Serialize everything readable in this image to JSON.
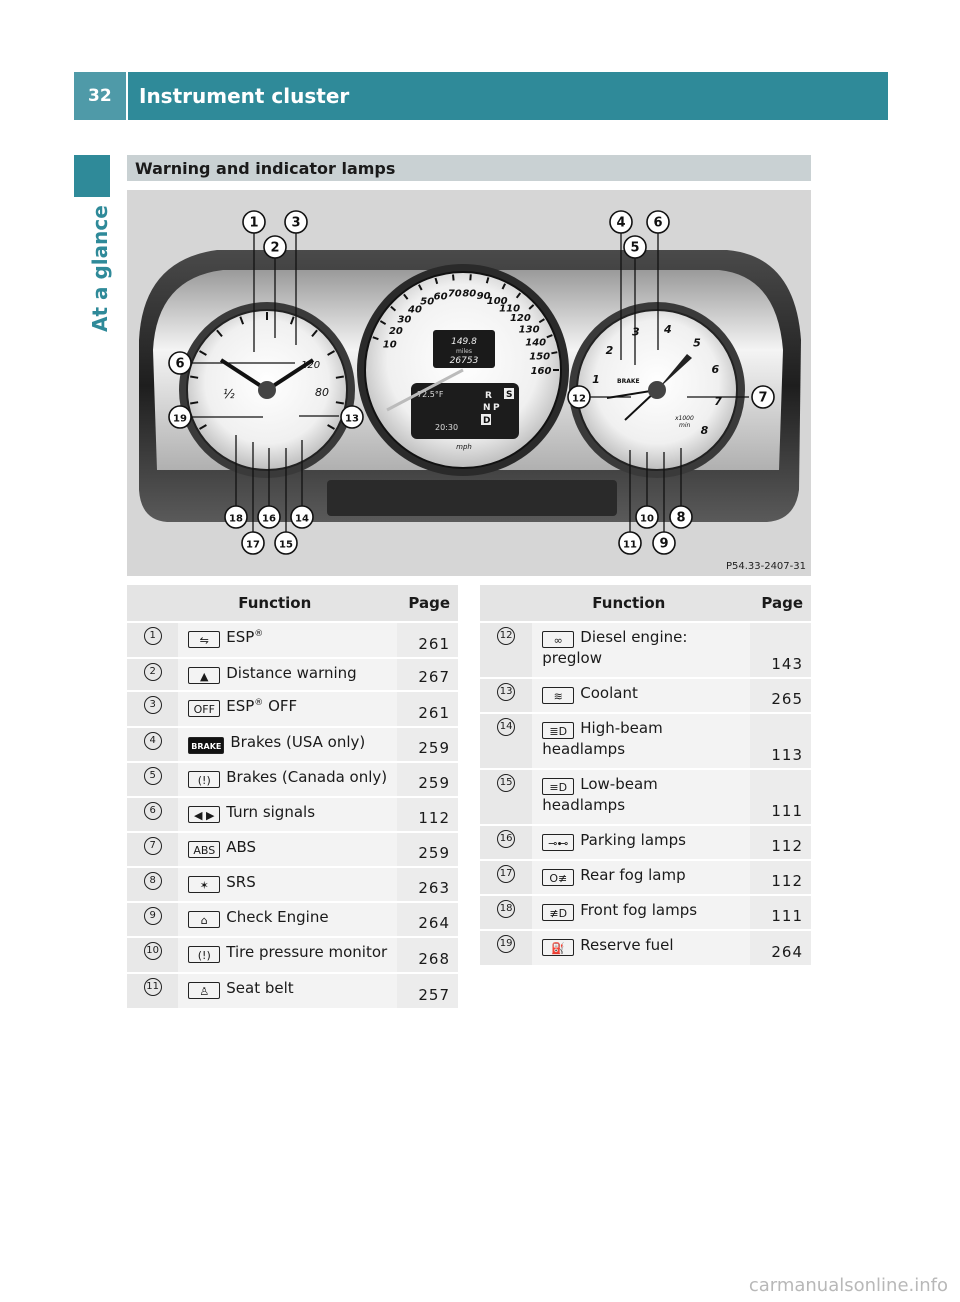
{
  "header": {
    "page_number": "32",
    "title": "Instrument cluster"
  },
  "sidebar": {
    "label": "At a glance"
  },
  "section": {
    "heading": "Warning and indicator lamps"
  },
  "figure": {
    "id": "P54.33-2407-31",
    "speedometer": {
      "ticks": [
        "10",
        "20",
        "30",
        "40",
        "50",
        "60",
        "70",
        "80",
        "90",
        "100",
        "110",
        "120",
        "130",
        "140",
        "150",
        "160"
      ],
      "trip": "149.8",
      "trip_unit": "miles",
      "odometer": "26753",
      "temp": "72.5°F",
      "gears": [
        "R",
        "N",
        "P",
        "D"
      ],
      "gear_s": "S",
      "clock": "20:30",
      "unit": "mph"
    },
    "left_gauge": {
      "half": "½",
      "l80": "80",
      "l120": "120"
    },
    "tachometer": {
      "ticks": [
        "1",
        "2",
        "3",
        "4",
        "5",
        "6",
        "7",
        "8"
      ],
      "unit": "x1000",
      "unit2": "min",
      "brake": "BRAKE"
    },
    "callouts": [
      "1",
      "2",
      "3",
      "4",
      "5",
      "6",
      "7",
      "8",
      "9",
      "10",
      "11",
      "12",
      "13",
      "14",
      "15",
      "16",
      "17",
      "18",
      "19",
      "6"
    ]
  },
  "table_left": {
    "headers": {
      "num": "",
      "function": "Function",
      "page": "Page"
    },
    "rows": [
      {
        "num": "1",
        "icon": "esp-icon",
        "glyph": "⇋",
        "text": "ESP",
        "sup": "®",
        "text2": "",
        "page": "261"
      },
      {
        "num": "2",
        "icon": "distance-warning-icon",
        "glyph": "▲",
        "text": "Distance warning",
        "sup": "",
        "text2": "",
        "page": "267"
      },
      {
        "num": "3",
        "icon": "esp-off-icon",
        "glyph": "OFF",
        "text": "ESP",
        "sup": "®",
        "text2": " OFF",
        "page": "261"
      },
      {
        "num": "4",
        "icon": "brake-icon",
        "glyph": "BRAKE",
        "text": "Brakes (USA only)",
        "sup": "",
        "text2": "",
        "page": "259"
      },
      {
        "num": "5",
        "icon": "brake-canada-icon",
        "glyph": "(!)",
        "text": "Brakes (Canada only)",
        "sup": "",
        "text2": "",
        "page": "259"
      },
      {
        "num": "6",
        "icon": "turn-signal-icon",
        "glyph": "◀ ▶",
        "text": "Turn signals",
        "sup": "",
        "text2": "",
        "page": "112"
      },
      {
        "num": "7",
        "icon": "abs-icon",
        "glyph": "ABS",
        "text": "ABS",
        "sup": "",
        "text2": "",
        "page": "259"
      },
      {
        "num": "8",
        "icon": "srs-icon",
        "glyph": "✶",
        "text": "SRS",
        "sup": "",
        "text2": "",
        "page": "263"
      },
      {
        "num": "9",
        "icon": "check-engine-icon",
        "glyph": "⌂",
        "text": "Check Engine",
        "sup": "",
        "text2": "",
        "page": "264"
      },
      {
        "num": "10",
        "icon": "tire-pressure-icon",
        "glyph": "(!)",
        "text": "Tire pressure monitor",
        "sup": "",
        "text2": "",
        "page": "268"
      },
      {
        "num": "11",
        "icon": "seat-belt-icon",
        "glyph": "♙",
        "text": "Seat belt",
        "sup": "",
        "text2": "",
        "page": "257"
      }
    ]
  },
  "table_right": {
    "headers": {
      "num": "",
      "function": "Function",
      "page": "Page"
    },
    "rows": [
      {
        "num": "12",
        "icon": "diesel-preglow-icon",
        "glyph": "∞",
        "line1": "Diesel engine:",
        "line2": "preglow",
        "page": "143"
      },
      {
        "num": "13",
        "icon": "coolant-icon",
        "glyph": "≋",
        "line1": "Coolant",
        "line2": "",
        "page": "265"
      },
      {
        "num": "14",
        "icon": "high-beam-icon",
        "glyph": "≣D",
        "line1": "High-beam",
        "line2": "headlamps",
        "page": "113"
      },
      {
        "num": "15",
        "icon": "low-beam-icon",
        "glyph": "≡D",
        "line1": "Low-beam",
        "line2": "headlamps",
        "page": "111"
      },
      {
        "num": "16",
        "icon": "parking-lamps-icon",
        "glyph": "⊸⊷",
        "line1": "Parking lamps",
        "line2": "",
        "page": "112"
      },
      {
        "num": "17",
        "icon": "rear-fog-icon",
        "glyph": "O≢",
        "line1": "Rear fog lamp",
        "line2": "",
        "page": "112"
      },
      {
        "num": "18",
        "icon": "front-fog-icon",
        "glyph": "≢D",
        "line1": "Front fog lamps",
        "line2": "",
        "page": "111"
      },
      {
        "num": "19",
        "icon": "reserve-fuel-icon",
        "glyph": "⛽",
        "line1": "Reserve fuel",
        "line2": "",
        "page": "264"
      }
    ]
  },
  "watermark": "carmanualsonline.info"
}
